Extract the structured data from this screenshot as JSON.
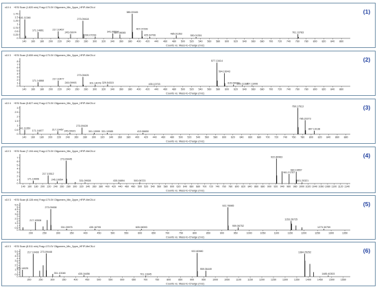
{
  "chart_data": [
    {
      "type": "bar",
      "panel_label": "(1)",
      "scan_header": "+ESI Scan (1.820 min) Frag=170.0V Oligomers_Mix_2ppm_HFIP-MeCN.d",
      "multiplier": "x10 4",
      "xlabel": "Counts vs. Mass-to-Charge (m/z)",
      "xlim": [
        130,
        880
      ],
      "x_ticks": [
        140,
        160,
        180,
        200,
        220,
        240,
        260,
        280,
        300,
        320,
        340,
        360,
        380,
        400,
        420,
        440,
        460,
        480,
        500,
        520,
        540,
        560,
        580,
        600,
        620,
        640,
        660,
        680,
        700,
        720,
        740,
        760,
        780,
        800,
        820,
        840,
        860
      ],
      "ylim": [
        0,
        2.0
      ],
      "y_ticks": [
        0,
        0.25,
        0.5,
        0.75,
        1,
        1.25,
        1.5,
        1.75
      ],
      "peaks": [
        {
          "x": 141.1,
          "y": 1.35
        },
        {
          "x": 143.5,
          "y": 0.18
        },
        {
          "x": 171.1,
          "y": 0.45
        },
        {
          "x": 217.1,
          "y": 0.5
        },
        {
          "x": 218.2,
          "y": 0.12
        },
        {
          "x": 245.1,
          "y": 0.3
        },
        {
          "x": 273.1,
          "y": 1.25
        },
        {
          "x": 275.0,
          "y": 0.3
        },
        {
          "x": 301.1,
          "y": 0.12
        },
        {
          "x": 341.1,
          "y": 0.35
        },
        {
          "x": 357.1,
          "y": 0.28
        },
        {
          "x": 385.1,
          "y": 1.75
        },
        {
          "x": 386.1,
          "y": 0.45
        },
        {
          "x": 407.1,
          "y": 0.55
        },
        {
          "x": 408.0,
          "y": 0.12
        },
        {
          "x": 425.1,
          "y": 0.12
        },
        {
          "x": 485.0,
          "y": 0.22
        },
        {
          "x": 530.0,
          "y": 0.1
        },
        {
          "x": 761.2,
          "y": 0.3
        },
        {
          "x": 762.2,
          "y": 0.1
        }
      ],
      "annotations": [
        {
          "x": 141.11346,
          "y": 1.35,
          "label": "141.11346"
        },
        {
          "x": 171.14861,
          "y": 0.45,
          "label": "171.14861"
        },
        {
          "x": 217.10457,
          "y": 0.5,
          "label": "217.10457"
        },
        {
          "x": 245.09974,
          "y": 0.3,
          "label": "245.09974"
        },
        {
          "x": 273.09418,
          "y": 1.25,
          "label": "273.09418"
        },
        {
          "x": 290.07299,
          "y": 0.12,
          "label": "290.07299"
        },
        {
          "x": 341.06534,
          "y": 0.35,
          "label": "341.06534"
        },
        {
          "x": 357.08065,
          "y": 0.28,
          "label": "357.08065"
        },
        {
          "x": 385.09165,
          "y": 1.75,
          "label": "385.09165"
        },
        {
          "x": 407.07299,
          "y": 0.55,
          "label": "407.07299"
        },
        {
          "x": 425.04706,
          "y": 0.12,
          "label": "425.04706"
        },
        {
          "x": 485.01363,
          "y": 0.22,
          "label": "485.01363"
        },
        {
          "x": 530.01351,
          "y": 0.1,
          "label": "530.01351"
        },
        {
          "x": 761.13783,
          "y": 0.3,
          "label": "761.13783"
        }
      ]
    },
    {
      "type": "bar",
      "panel_label": "(2)",
      "scan_header": "+ESI Scan (3.659 min) Frag=170.0V Oligomers_Mix_2ppm_HFIP-MeCN.d",
      "multiplier": "x10 3",
      "xlabel": "Counts vs. Mass-to-Charge (m/z)",
      "xlim": [
        130,
        880
      ],
      "x_ticks": [
        140,
        160,
        180,
        200,
        220,
        240,
        260,
        280,
        300,
        320,
        340,
        360,
        380,
        400,
        420,
        440,
        460,
        480,
        500,
        520,
        540,
        560,
        580,
        600,
        620,
        640,
        660,
        680,
        700,
        720,
        740,
        760,
        780,
        800,
        820,
        840,
        860
      ],
      "ylim": [
        0,
        9
      ],
      "y_ticks": [
        0,
        1,
        2,
        3,
        4,
        5,
        6,
        7,
        8
      ],
      "peaks": [
        {
          "x": 171.1,
          "y": 1.3
        },
        {
          "x": 217.1,
          "y": 1.8
        },
        {
          "x": 245.1,
          "y": 0.6
        },
        {
          "x": 273.1,
          "y": 3.0
        },
        {
          "x": 274.1,
          "y": 0.5
        },
        {
          "x": 301.1,
          "y": 0.55
        },
        {
          "x": 329.1,
          "y": 0.6
        },
        {
          "x": 435.1,
          "y": 0.2
        },
        {
          "x": 577.1,
          "y": 7.6
        },
        {
          "x": 578.1,
          "y": 1.8
        },
        {
          "x": 594.2,
          "y": 4.2
        },
        {
          "x": 595.2,
          "y": 1.0
        },
        {
          "x": 615.1,
          "y": 0.55
        },
        {
          "x": 635.1,
          "y": 0.3
        },
        {
          "x": 657.1,
          "y": 0.25
        }
      ],
      "annotations": [
        {
          "x": 171.14868,
          "y": 1.3,
          "label": "171.14868"
        },
        {
          "x": 217.10477,
          "y": 1.8,
          "label": "217.10477"
        },
        {
          "x": 245.09993,
          "y": 0.6,
          "label": "245.09993"
        },
        {
          "x": 273.09425,
          "y": 3.0,
          "label": "273.09425"
        },
        {
          "x": 301.14078,
          "y": 0.55,
          "label": "301.14078"
        },
        {
          "x": 329.54315,
          "y": 0.6,
          "label": "329.54315"
        },
        {
          "x": 435.10703,
          "y": 0.2,
          "label": "435.10703"
        },
        {
          "x": 577.13414,
          "y": 7.6,
          "label": "577.13414"
        },
        {
          "x": 594.16043,
          "y": 4.2,
          "label": "594.16043"
        },
        {
          "x": 615.09024,
          "y": 0.55,
          "label": "615.09024"
        },
        {
          "x": 635.11112,
          "y": 0.3,
          "label": "635.11112"
        },
        {
          "x": 657.11006,
          "y": 0.25,
          "label": "657.11006"
        }
      ]
    },
    {
      "type": "bar",
      "panel_label": "(3)",
      "scan_header": "+ESI Scan (5.827 min) Frag=170.0V Oligomers_Mix_2ppm_HFIP-MeCN.d",
      "multiplier": "x10 4",
      "xlabel": "Counts vs. Mass-to-Charge (m/z)",
      "xlim": [
        130,
        890
      ],
      "x_ticks": [
        140,
        160,
        180,
        200,
        220,
        240,
        260,
        280,
        300,
        320,
        340,
        360,
        380,
        400,
        420,
        440,
        460,
        480,
        500,
        520,
        540,
        560,
        580,
        600,
        620,
        640,
        660,
        680,
        700,
        720,
        740,
        760,
        780,
        800,
        820,
        840,
        860,
        880
      ],
      "ylim": [
        0,
        3.2
      ],
      "y_ticks": [
        0,
        0.5,
        1,
        1.5,
        2,
        2.5,
        3
      ],
      "peaks": [
        {
          "x": 141.1,
          "y": 0.5
        },
        {
          "x": 171.1,
          "y": 0.22
        },
        {
          "x": 217.1,
          "y": 0.35
        },
        {
          "x": 245.1,
          "y": 0.18
        },
        {
          "x": 273.1,
          "y": 0.75
        },
        {
          "x": 301.1,
          "y": 0.15
        },
        {
          "x": 331.1,
          "y": 0.15
        },
        {
          "x": 413.1,
          "y": 0.15
        },
        {
          "x": 769.2,
          "y": 3.0
        },
        {
          "x": 770.2,
          "y": 0.8
        },
        {
          "x": 786.2,
          "y": 1.6
        },
        {
          "x": 787.2,
          "y": 0.45
        },
        {
          "x": 807.1,
          "y": 0.4
        }
      ],
      "annotations": [
        {
          "x": 141.1135,
          "y": 0.5,
          "label": "141.11350"
        },
        {
          "x": 171.14877,
          "y": 0.22,
          "label": "171.14877"
        },
        {
          "x": 217.10457,
          "y": 0.35,
          "label": "217.10457"
        },
        {
          "x": 245.09921,
          "y": 0.18,
          "label": "245.09921"
        },
        {
          "x": 273.09439,
          "y": 0.75,
          "label": "273.09439"
        },
        {
          "x": 301.13999,
          "y": 0.15,
          "label": "301.13999"
        },
        {
          "x": 331.10085,
          "y": 0.15,
          "label": "331.10085"
        },
        {
          "x": 413.0665,
          "y": 0.15,
          "label": "413.06650"
        },
        {
          "x": 769.17613,
          "y": 3.0,
          "label": "769.17613"
        },
        {
          "x": 786.20273,
          "y": 1.6,
          "label": "786.20273"
        },
        {
          "x": 807.13138,
          "y": 0.4,
          "label": "807.13138"
        }
      ]
    },
    {
      "type": "bar",
      "panel_label": "(4)",
      "scan_header": "+ESI Scan (7.194 min) Frag=170.0V Oligomers_Mix_2ppm_HFIP-MeCN.d",
      "multiplier": "x10 3",
      "xlabel": "Counts vs. Mass-to-Charge (m/z)",
      "xlim": [
        130,
        1150
      ],
      "x_ticks": [
        140,
        160,
        180,
        200,
        220,
        240,
        260,
        280,
        300,
        320,
        340,
        360,
        380,
        400,
        420,
        440,
        460,
        480,
        500,
        520,
        540,
        560,
        580,
        600,
        620,
        640,
        660,
        680,
        700,
        720,
        740,
        760,
        780,
        800,
        820,
        840,
        860,
        880,
        900,
        920,
        940,
        960,
        980,
        1000,
        1020,
        1040,
        1060,
        1080,
        1100,
        1120,
        1140
      ],
      "ylim": [
        0,
        8
      ],
      "y_ticks": [
        0,
        1,
        2,
        3,
        4,
        5,
        6,
        7
      ],
      "peaks": [
        {
          "x": 171.1,
          "y": 0.8
        },
        {
          "x": 217.1,
          "y": 2.2
        },
        {
          "x": 245.1,
          "y": 0.6
        },
        {
          "x": 273.1,
          "y": 6.2
        },
        {
          "x": 274.1,
          "y": 1.3
        },
        {
          "x": 301.1,
          "y": 0.4
        },
        {
          "x": 331.1,
          "y": 0.3
        },
        {
          "x": 435.2,
          "y": 0.3
        },
        {
          "x": 500.1,
          "y": 0.3
        },
        {
          "x": 922.1,
          "y": 6.8
        },
        {
          "x": 923.1,
          "y": 2.2
        },
        {
          "x": 939.2,
          "y": 3.3
        },
        {
          "x": 961.2,
          "y": 2.6
        },
        {
          "x": 983.2,
          "y": 3.2
        },
        {
          "x": 984.2,
          "y": 1.0
        },
        {
          "x": 1001.2,
          "y": 0.3
        }
      ],
      "annotations": [
        {
          "x": 171.14906,
          "y": 0.8,
          "label": "171.14906"
        },
        {
          "x": 217.10512,
          "y": 2.2,
          "label": "217.10512"
        },
        {
          "x": 245.10054,
          "y": 0.6,
          "label": "245.10054"
        },
        {
          "x": 273.09445,
          "y": 6.2,
          "label": "273.09445"
        },
        {
          "x": 331.09928,
          "y": 0.3,
          "label": "331.09928"
        },
        {
          "x": 435.16894,
          "y": 0.3,
          "label": "435.16894"
        },
        {
          "x": 500.08723,
          "y": 0.3,
          "label": "500.08723"
        },
        {
          "x": 922.80963,
          "y": 6.8,
          "label": "922.80963"
        },
        {
          "x": 961.21757,
          "y": 2.6,
          "label": "961.21757"
        },
        {
          "x": 983.19657,
          "y": 3.2,
          "label": "983.19657"
        },
        {
          "x": 1001.20321,
          "y": 0.3,
          "label": "1001.20321"
        }
      ]
    },
    {
      "type": "bar",
      "panel_label": "(5)",
      "scan_header": "+ESI Scan (8.128 min) Frag=170.0V Oligomers_Mix_2ppm_HFIP-MeCN.d",
      "multiplier": "x10 3",
      "xlabel": "Counts vs. Mass-to-Charge (m/z)",
      "xlim": [
        160,
        1370
      ],
      "x_ticks": [
        200,
        250,
        300,
        350,
        400,
        450,
        500,
        550,
        600,
        650,
        700,
        750,
        800,
        850,
        900,
        950,
        1000,
        1050,
        1100,
        1150,
        1200,
        1250,
        1300,
        1350
      ],
      "ylim": [
        0,
        6
      ],
      "y_ticks": [
        0,
        0.5,
        1,
        1.5,
        2,
        2.5,
        3,
        3.5,
        4,
        4.5,
        5,
        5.5
      ],
      "peaks": [
        {
          "x": 171.1,
          "y": 0.6
        },
        {
          "x": 217.1,
          "y": 1.8
        },
        {
          "x": 245.1,
          "y": 0.8
        },
        {
          "x": 260.1,
          "y": 2.2
        },
        {
          "x": 273.1,
          "y": 4.6
        },
        {
          "x": 274.1,
          "y": 1.1
        },
        {
          "x": 331.1,
          "y": 0.3
        },
        {
          "x": 435.2,
          "y": 0.3
        },
        {
          "x": 605.1,
          "y": 0.25
        },
        {
          "x": 922.1,
          "y": 5.0
        },
        {
          "x": 923.1,
          "y": 1.0
        },
        {
          "x": 959.1,
          "y": 0.6
        },
        {
          "x": 1153.3,
          "y": 2.0
        },
        {
          "x": 1155.3,
          "y": 1.4
        },
        {
          "x": 1171.2,
          "y": 1.0
        },
        {
          "x": 1193.2,
          "y": 0.6
        },
        {
          "x": 1273.3,
          "y": 0.25
        }
      ],
      "annotations": [
        {
          "x": 217.10508,
          "y": 1.8,
          "label": "217.10508"
        },
        {
          "x": 273.09458,
          "y": 4.6,
          "label": "273.09458"
        },
        {
          "x": 331.09975,
          "y": 0.3,
          "label": "331.09975"
        },
        {
          "x": 435.16795,
          "y": 0.3,
          "label": "435.16795"
        },
        {
          "x": 605.08393,
          "y": 0.25,
          "label": "605.08393"
        },
        {
          "x": 922.78985,
          "y": 5.0,
          "label": "922.78985"
        },
        {
          "x": 959.06752,
          "y": 0.6,
          "label": "959.06752"
        },
        {
          "x": 1153.26725,
          "y": 2.0,
          "label": "1153.26725"
        },
        {
          "x": 1273.30759,
          "y": 0.25,
          "label": "1273.30759"
        }
      ]
    },
    {
      "type": "bar",
      "panel_label": "(6)",
      "scan_header": "+ESI Scan (8.511 min) Frag=170.0V Oligomers_Mix_2ppm_HFIP-MeCN.d",
      "multiplier": "x10 3",
      "xlabel": "Counts vs. Mass-to-Charge (m/z)",
      "xlim": [
        160,
        1580
      ],
      "x_ticks": [
        200,
        250,
        300,
        350,
        400,
        450,
        500,
        550,
        600,
        650,
        700,
        750,
        800,
        850,
        900,
        950,
        1000,
        1050,
        1100,
        1150,
        1200,
        1250,
        1300,
        1350,
        1400,
        1450,
        1500,
        1550
      ],
      "ylim": [
        0,
        6
      ],
      "y_ticks": [
        0,
        0.5,
        1,
        1.5,
        2,
        2.5,
        3,
        3.5,
        4,
        4.5,
        5,
        5.5
      ],
      "peaks": [
        {
          "x": 171.1,
          "y": 1.5
        },
        {
          "x": 217.1,
          "y": 5.0
        },
        {
          "x": 245.1,
          "y": 1.3
        },
        {
          "x": 260.1,
          "y": 2.5
        },
        {
          "x": 273.1,
          "y": 5.1
        },
        {
          "x": 274.1,
          "y": 1.4
        },
        {
          "x": 301.1,
          "y": 0.6
        },
        {
          "x": 331.1,
          "y": 0.4
        },
        {
          "x": 435.2,
          "y": 0.3
        },
        {
          "x": 701.1,
          "y": 0.2
        },
        {
          "x": 922.1,
          "y": 5.2
        },
        {
          "x": 923.1,
          "y": 1.2
        },
        {
          "x": 959.1,
          "y": 1.3
        },
        {
          "x": 1384.3,
          "y": 5.0
        },
        {
          "x": 1385.3,
          "y": 3.5
        },
        {
          "x": 1406.3,
          "y": 2.8
        },
        {
          "x": 1422.3,
          "y": 1.0
        },
        {
          "x": 1485.4,
          "y": 0.25
        }
      ],
      "annotations": [
        {
          "x": 171.14025,
          "y": 1.5,
          "label": "171.14025"
        },
        {
          "x": 217.1049,
          "y": 5.0,
          "label": "217.10490"
        },
        {
          "x": 273.09448,
          "y": 5.1,
          "label": "273.09448"
        },
        {
          "x": 331.10048,
          "y": 0.4,
          "label": "331.10048"
        },
        {
          "x": 435.16456,
          "y": 0.3,
          "label": "435.16456"
        },
        {
          "x": 701.11645,
          "y": 0.2,
          "label": "701.11645"
        },
        {
          "x": 922.8098,
          "y": 5.2,
          "label": "922.80980"
        },
        {
          "x": 959.06449,
          "y": 1.3,
          "label": "959.06449"
        },
        {
          "x": 1384.25252,
          "y": 5.0,
          "label": "1384.25252"
        },
        {
          "x": 1485.40303,
          "y": 0.25,
          "label": "1485.40303"
        }
      ]
    }
  ],
  "colors": {
    "stick": "#111111",
    "axis": "#222222",
    "label_text": "#222222",
    "panel_number": "#1f3f9f",
    "panel_border": "#6f8fa8"
  }
}
